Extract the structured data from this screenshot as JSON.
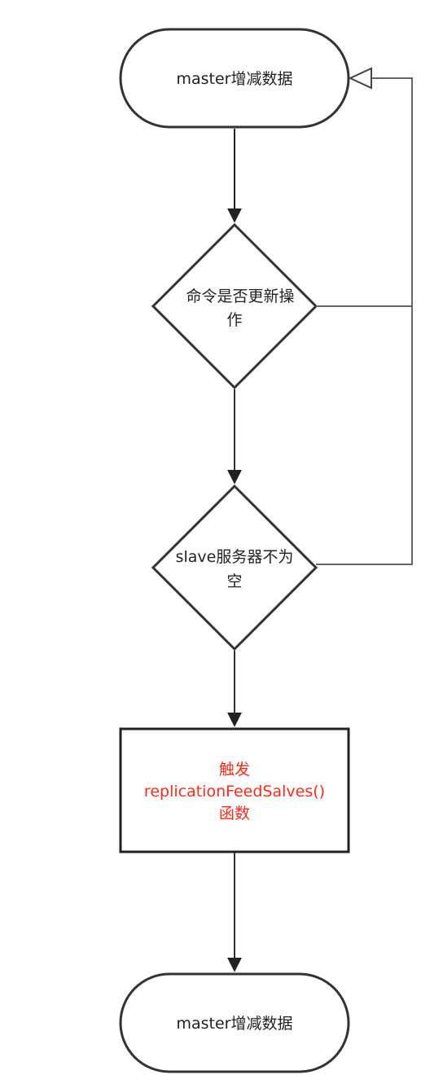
{
  "nodes": {
    "start": {
      "label": "master增减数据"
    },
    "decision_update": {
      "line1": "命令是否更新操",
      "line2": "作"
    },
    "decision_slave": {
      "line1": "slave服务器不为",
      "line2": "空"
    },
    "process_trigger": {
      "line1": "触发",
      "line2": "replicationFeedSalves()",
      "line3": "函数"
    },
    "end": {
      "label": "master增减数据"
    }
  },
  "colors": {
    "stroke": "#333333",
    "text": "#222222",
    "highlight_text": "#ff2a1a",
    "background": "#ffffff"
  }
}
